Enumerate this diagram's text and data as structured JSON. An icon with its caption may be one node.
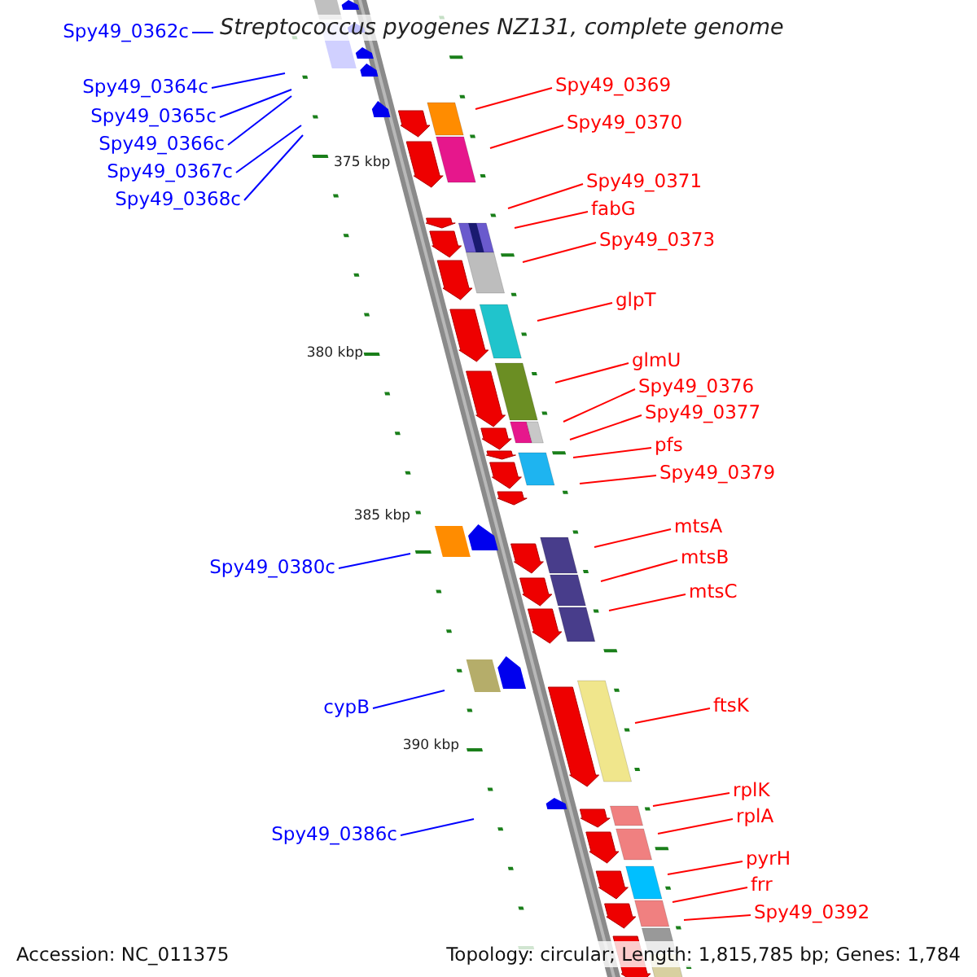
{
  "diagram": {
    "title": "Streptococcus pyogenes NZ131, complete genome",
    "nodes": [
      {
        "text": [
          "Spy49_0362c"
        ]
      },
      {
        "text": [
          "Spy49_0369"
        ]
      },
      {
        "text": [
          "Spy49_0364c"
        ]
      },
      {
        "text": [
          "Spy49_0365c"
        ]
      },
      {
        "text": [
          "Spy49_0370"
        ]
      },
      {
        "text": [
          "Spy49_0366c"
        ]
      },
      {
        "text": [
          "Spy49_0367c"
        ]
      },
      {
        "text": [
          "Spy49_0371"
        ]
      },
      {
        "text": [
          "Spy49_0368c"
        ]
      },
      {
        "text": [
          "fabG"
        ]
      },
      {
        "text": [
          "Spy49_0373"
        ]
      },
      {
        "text": [
          "glpT"
        ]
      },
      {
        "text": [
          "glmU"
        ]
      },
      {
        "text": [
          "Spy49_0376"
        ]
      },
      {
        "text": [
          "Spy49_0377"
        ]
      },
      {
        "text": [
          "pfs"
        ]
      },
      {
        "text": [
          "Spy49_0379"
        ]
      },
      {
        "text": [
          "mtsA"
        ]
      },
      {
        "text": [
          "mtsB"
        ]
      },
      {
        "text": [
          "Spy49_0380c"
        ]
      },
      {
        "text": [
          "mtsC"
        ]
      },
      {
        "text": [
          "ftsK"
        ]
      },
      {
        "text": [
          "cypB"
        ]
      },
      {
        "text": [
          "rplK"
        ]
      },
      {
        "text": [
          "rplA"
        ]
      },
      {
        "text": [
          "Spy49_0386c"
        ]
      },
      {
        "text": [
          "pyrH"
        ]
      },
      {
        "text": [
          "frr"
        ]
      },
      {
        "text": [
          "Spy49_0392"
        ]
      }
    ],
    "edges": [
      {
        "from": 0,
        "to": null,
        "arrow": "none",
        "color": "#0000ff"
      },
      {
        "from": 1,
        "to": null,
        "arrow": "none"
      },
      {
        "from": 2,
        "to": null,
        "arrow": "none",
        "color": "#0000ff"
      },
      {
        "from": 3,
        "to": null,
        "arrow": "none",
        "color": "#0000ff"
      },
      {
        "from": 4,
        "to": null,
        "arrow": "none"
      },
      {
        "from": 5,
        "to": null,
        "arrow": "none",
        "color": "#0000ff"
      },
      {
        "from": 6,
        "to": null,
        "arrow": "none",
        "color": "#0000ff"
      },
      {
        "from": 7,
        "to": null,
        "arrow": "none"
      },
      {
        "from": 8,
        "to": null,
        "arrow": "none",
        "color": "#0000ff"
      },
      {
        "from": 9,
        "to": null,
        "arrow": "none"
      },
      {
        "from": 10,
        "to": null,
        "arrow": "none"
      },
      {
        "from": 11,
        "to": null,
        "arrow": "none"
      },
      {
        "from": 12,
        "to": null,
        "arrow": "none"
      },
      {
        "from": 13,
        "to": null,
        "arrow": "none"
      },
      {
        "from": 14,
        "to": null,
        "arrow": "none"
      },
      {
        "from": 15,
        "to": null,
        "arrow": "none"
      },
      {
        "from": 16,
        "to": null,
        "arrow": "none"
      },
      {
        "from": 17,
        "to": null,
        "arrow": "none"
      },
      {
        "from": 18,
        "to": null,
        "arrow": "none"
      },
      {
        "from": 19,
        "to": null,
        "arrow": "none",
        "color": "#0000ff"
      },
      {
        "from": 20,
        "to": null,
        "arrow": "none"
      },
      {
        "from": 21,
        "to": null,
        "arrow": "none"
      },
      {
        "from": 22,
        "to": null,
        "arrow": "none",
        "color": "#0000ff"
      },
      {
        "from": 23,
        "to": null,
        "arrow": "none"
      },
      {
        "from": 24,
        "to": null,
        "arrow": "none"
      },
      {
        "from": 25,
        "to": null,
        "arrow": "none",
        "color": "#0000ff"
      },
      {
        "from": 26,
        "to": null,
        "arrow": "none"
      },
      {
        "from": 27,
        "to": null,
        "arrow": "none"
      },
      {
        "from": 28,
        "to": null,
        "arrow": "none"
      }
    ],
    "labels": [
      "375 kbp",
      "380 kbp",
      "385 kbp",
      "390 kbp",
      "Accession: NC_011375",
      "Topology: circular; Length: 1,815,785 bp; Genes: 1,784"
    ]
  }
}
